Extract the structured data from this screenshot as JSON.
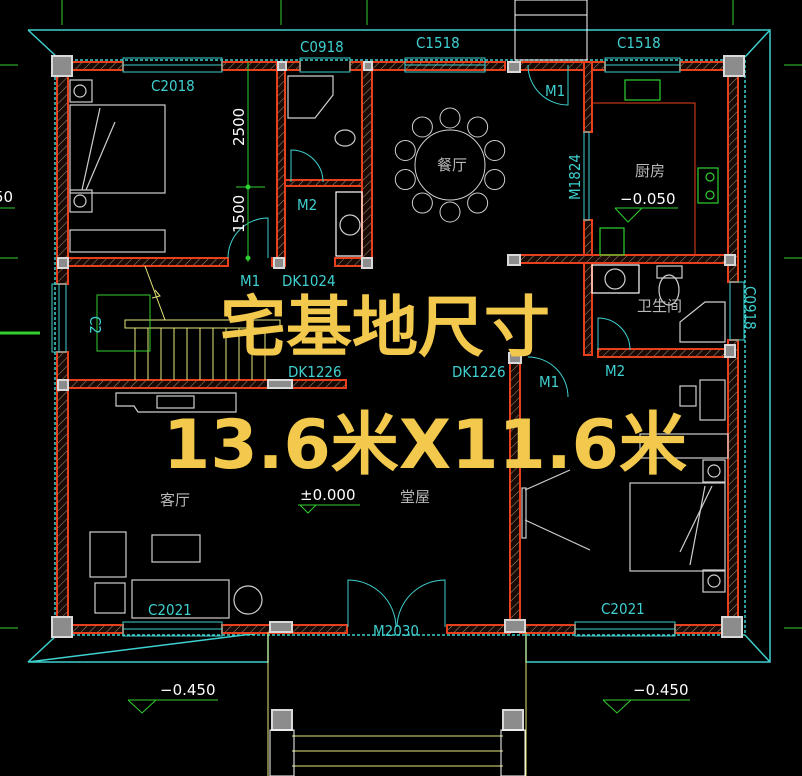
{
  "overlay": {
    "title": "宅基地尺寸",
    "size": "13.6米X11.6米",
    "color": "#f2c94c"
  },
  "colors": {
    "background": "#000000",
    "walls": "#e8401c",
    "outline": "#3fd0d0",
    "labels": "#3fd0d0",
    "dimension_lines": "#2fd02f"
  },
  "windows": {
    "top_bath": "C0918",
    "top_dining": "C1518",
    "top_kitchen": "C1518",
    "bedroom1": "C2018",
    "stair": "C2",
    "right_bath": "C0918",
    "bottom_living": "C2021",
    "bottom_bedroom2": "C2021"
  },
  "doors": {
    "bedroom1": "M1",
    "bath1": "M2",
    "bath1_opening": "DK1024",
    "dining": "M1",
    "kitchen": "M1824",
    "bath2": "M2",
    "bedroom2": "M1",
    "hall_left_opening": "DK1226",
    "hall_right_opening": "DK1226",
    "main": "M2030"
  },
  "dimensions": {
    "upper": "2500",
    "lower": "1500",
    "left_edge": "50"
  },
  "rooms": {
    "dining": "餐厅",
    "kitchen": "厨房",
    "bath2": "卫生间",
    "living": "客厅",
    "hall": "堂屋"
  },
  "elevations": {
    "kitchen": "−0.050",
    "hall": "±0.000",
    "outside_left": "−0.450",
    "outside_right": "−0.450"
  }
}
